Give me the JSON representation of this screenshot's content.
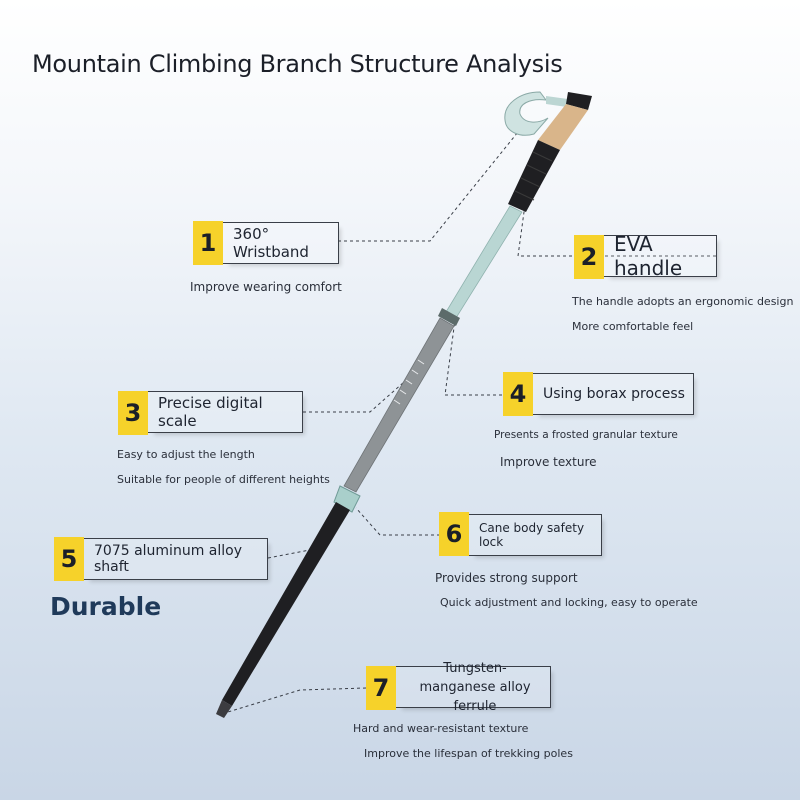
{
  "title": "Mountain Climbing Branch Structure Analysis",
  "features": [
    {
      "num": "1",
      "label": "360° Wristband",
      "desc": [
        "Improve wearing comfort"
      ]
    },
    {
      "num": "2",
      "label": "EVA handle",
      "desc": [
        "The handle adopts an ergonomic design",
        "More comfortable feel"
      ]
    },
    {
      "num": "3",
      "label": "Precise digital scale",
      "desc": [
        "Easy to adjust the length",
        "Suitable for people of different heights"
      ]
    },
    {
      "num": "4",
      "label": "Using borax process",
      "desc": [
        "Presents a frosted granular texture",
        "Improve texture"
      ]
    },
    {
      "num": "5",
      "label": "7075 aluminum alloy shaft",
      "desc": [
        "Durable"
      ]
    },
    {
      "num": "6",
      "label": "Cane body safety lock",
      "desc": [
        "Provides strong support",
        "Quick adjustment and locking, easy to operate"
      ]
    },
    {
      "num": "7",
      "label": "Tungsten-manganese alloy ferrule",
      "desc": [
        "Hard and wear-resistant texture",
        "Improve the lifespan of trekking poles"
      ]
    }
  ],
  "colors": {
    "badge": "#f6d22a",
    "shaft_upper": "#b9d6d3",
    "shaft_lower": "#1f1f22",
    "cork": "#d9b58a"
  }
}
